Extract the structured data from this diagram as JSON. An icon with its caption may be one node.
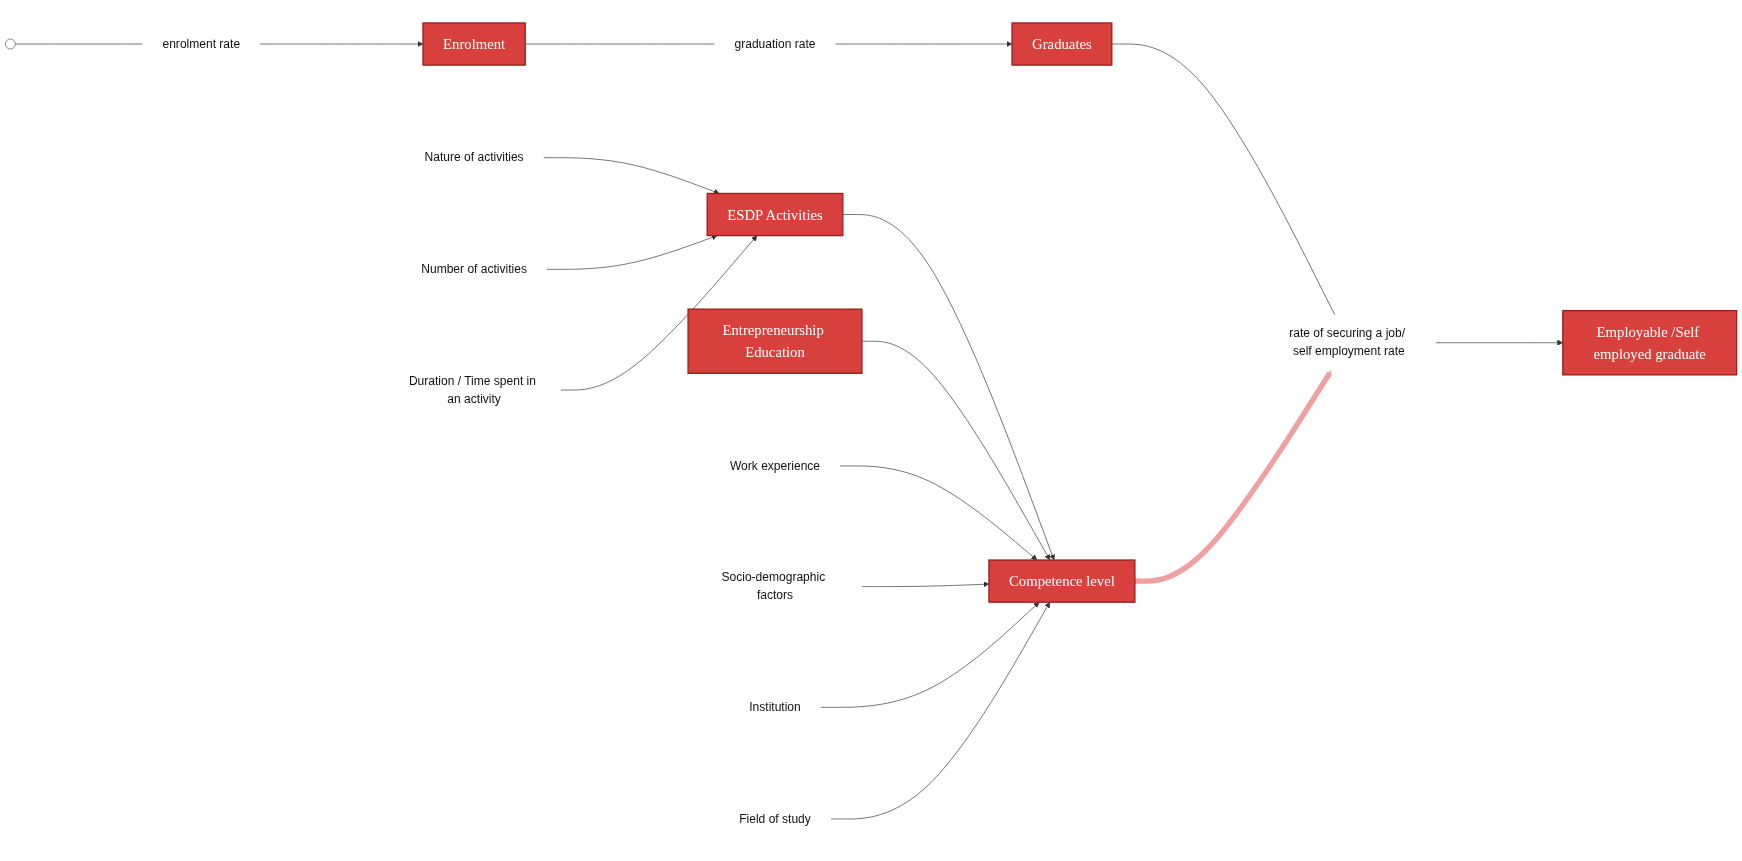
{
  "diagram": {
    "nodes": [
      {
        "text": [],
        "shape": "cloud"
      },
      {
        "text": [
          "enrolment rate"
        ]
      },
      {
        "text": [
          "Enrolment"
        ]
      },
      {
        "text": [
          "graduation rate"
        ]
      },
      {
        "text": [
          "Graduates"
        ]
      },
      {
        "text": [
          "Employable /Self employed graduate"
        ]
      },
      {
        "text": [
          "rate of securing a job/ self employment rate"
        ]
      },
      {
        "text": [
          "Nature of activities"
        ]
      },
      {
        "text": [
          "ESDP Activities"
        ]
      },
      {
        "text": [
          "Competence level"
        ]
      },
      {
        "text": [
          "Entrepreneurship Education"
        ]
      },
      {
        "text": [
          "Number of activities"
        ]
      },
      {
        "text": [
          "Work experience"
        ]
      },
      {
        "text": [
          "Institution"
        ]
      },
      {
        "text": [
          "Field of study"
        ]
      },
      {
        "text": [
          "Duration / Time spent in an activity"
        ]
      },
      {
        "text": [
          "Socio-demographic factors"
        ]
      }
    ],
    "edges": [
      {
        "from": 0,
        "to": 1,
        "arrow": "none"
      },
      {
        "from": 1,
        "to": 2,
        "arrow": "to"
      },
      {
        "from": 2,
        "to": 3,
        "arrow": "none"
      },
      {
        "from": 3,
        "to": 4,
        "arrow": "to"
      },
      {
        "from": 4,
        "to": 6,
        "arrow": "none"
      },
      {
        "from": 6,
        "to": 5,
        "arrow": "to"
      },
      {
        "from": 9,
        "to": 6,
        "arrow": "to",
        "style": "thick",
        "color": "#f0a0a0"
      },
      {
        "from": 7,
        "to": 8,
        "arrow": "to"
      },
      {
        "from": 11,
        "to": 8,
        "arrow": "to"
      },
      {
        "from": 15,
        "to": 8,
        "arrow": "to"
      },
      {
        "from": 8,
        "to": 9,
        "arrow": "to"
      },
      {
        "from": 10,
        "to": 9,
        "arrow": "to"
      },
      {
        "from": 12,
        "to": 9,
        "arrow": "to"
      },
      {
        "from": 16,
        "to": 9,
        "arrow": "to"
      },
      {
        "from": 13,
        "to": 9,
        "arrow": "to"
      },
      {
        "from": 14,
        "to": 9,
        "arrow": "to"
      }
    ]
  }
}
